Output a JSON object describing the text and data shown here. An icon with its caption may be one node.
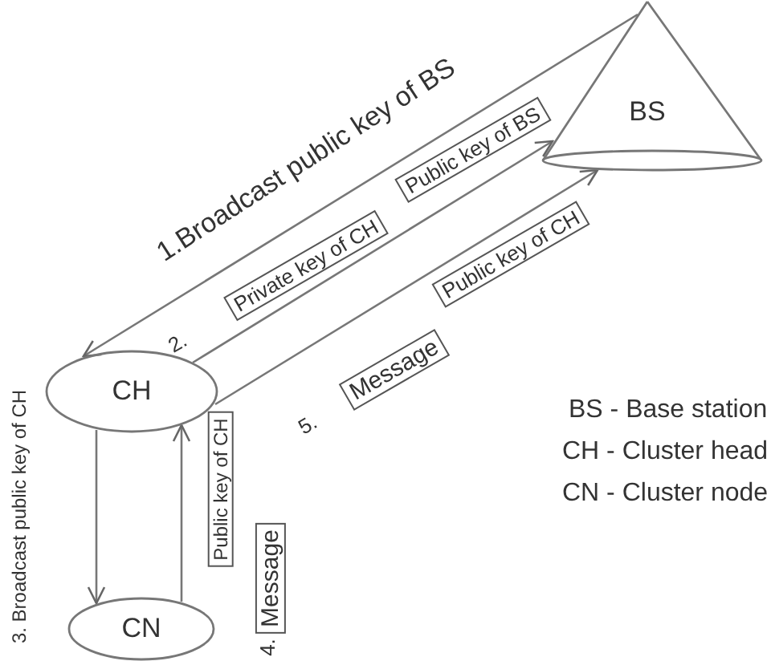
{
  "diagram": {
    "nodes": [
      {
        "text": [
          "BS"
        ]
      },
      {
        "text": [
          "CH"
        ]
      },
      {
        "text": [
          "CN"
        ]
      }
    ],
    "edges": [
      {
        "from": 0,
        "to": 1,
        "arrow": "to",
        "label": "1.Broadcast public key of BS"
      },
      {
        "from": 1,
        "to": 0,
        "arrow": "to",
        "label": "2."
      },
      {
        "from": 1,
        "to": 2,
        "arrow": "to",
        "label": "3. Broadcast public key of CH"
      },
      {
        "from": 2,
        "to": 1,
        "arrow": "to",
        "label": "4."
      },
      {
        "from": 1,
        "to": 0,
        "arrow": "to",
        "label": "5."
      }
    ],
    "labels": [
      "Private key of CH",
      "Public key of BS",
      "Public key of CH",
      "Message",
      "Public key of CH",
      "Message",
      "BS - Base station",
      "CH - Cluster head",
      "CN - Cluster node"
    ]
  }
}
